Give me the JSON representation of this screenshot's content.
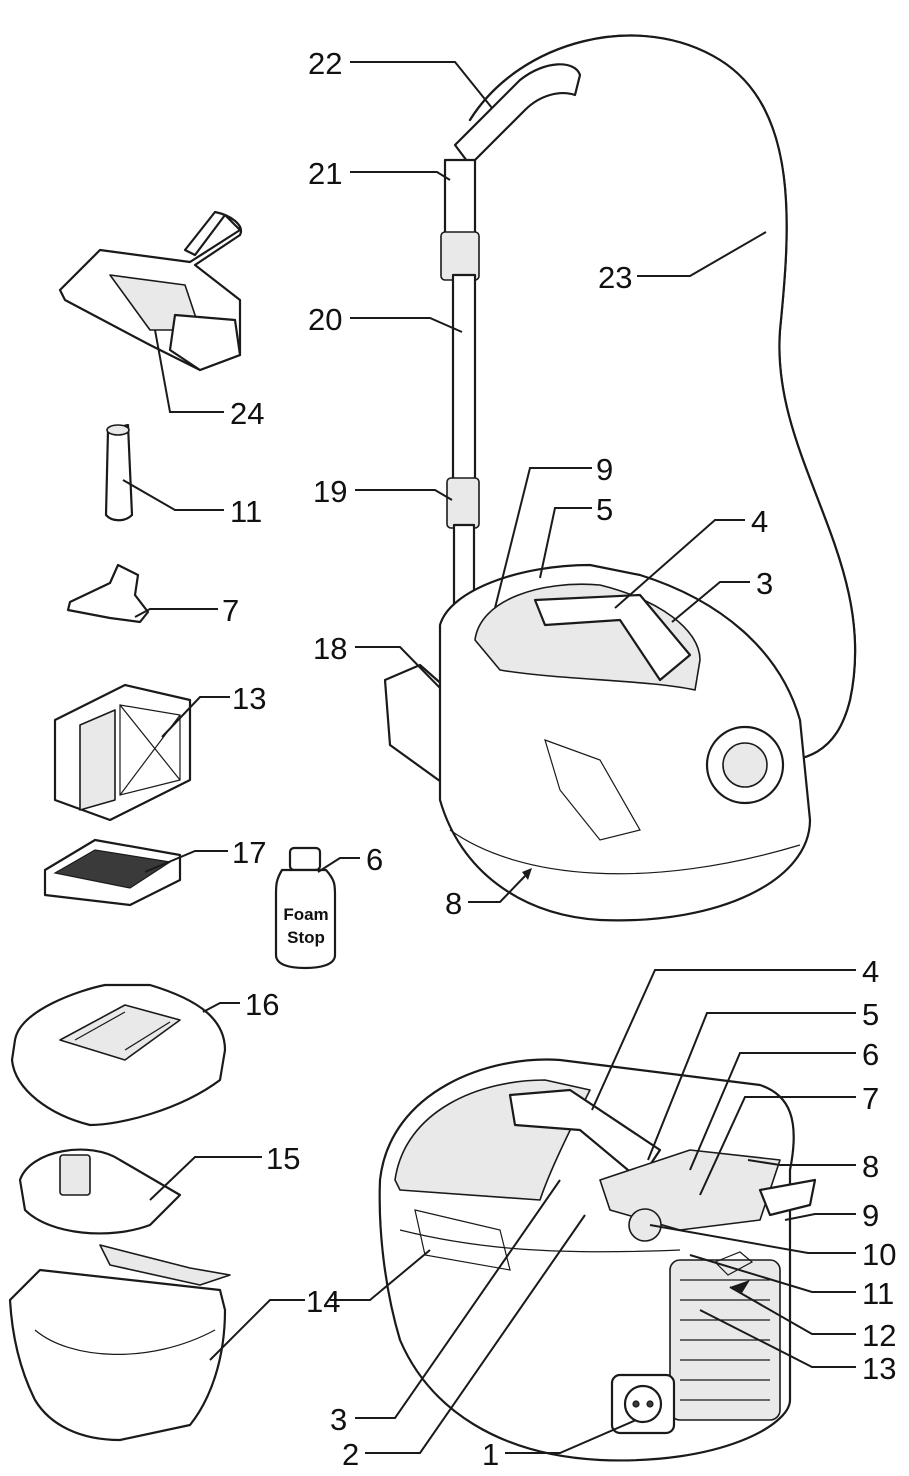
{
  "bottle_text": [
    "Foam",
    "Stop"
  ],
  "top_labels": {
    "n22": "22",
    "n21": "21",
    "n20": "20",
    "n23": "23",
    "n24": "24",
    "n11": "11",
    "n19": "19",
    "n9": "9",
    "n5": "5",
    "n4": "4",
    "n3": "3",
    "n7": "7",
    "n18": "18",
    "n13": "13",
    "n17": "17",
    "n6": "6",
    "n8": "8",
    "n16": "16",
    "n15": "15",
    "n14": "14"
  },
  "bottom_labels": {
    "n4": "4",
    "n5": "5",
    "n6": "6",
    "n7": "7",
    "n8": "8",
    "n9": "9",
    "n10": "10",
    "n11": "11",
    "n12": "12",
    "n13": "13",
    "n3": "3",
    "n2": "2",
    "n1": "1"
  }
}
